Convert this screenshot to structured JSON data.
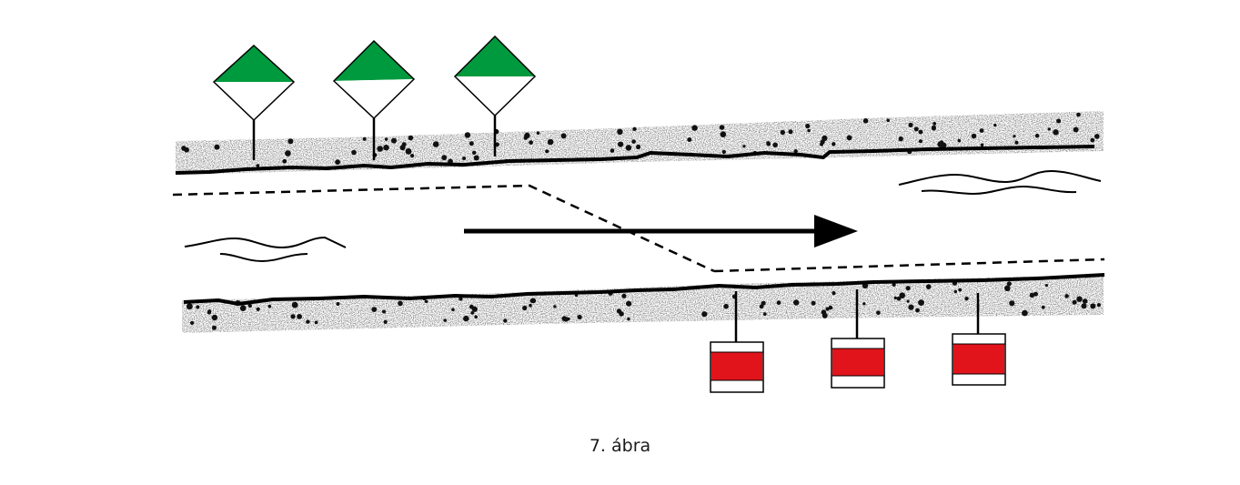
{
  "caption": "7. ábra",
  "colors": {
    "bank_line": "#000000",
    "bank_fill": "#9a9a9a",
    "green_sign": "#009a3e",
    "red_sign": "#e1141b",
    "arrow": "#000000",
    "channel_line": "#000000"
  },
  "elements": {
    "left_bank_signs": {
      "count": 3,
      "shape": "diamond",
      "upper_half": "green",
      "lower_half": "white"
    },
    "right_bank_signs": {
      "count": 3,
      "shape": "rectangle",
      "middle_band": "red",
      "outer_bands": "white"
    },
    "flow_direction": "left-to-right",
    "water_symbols": [
      "wave-symbol-left",
      "wave-symbol-right"
    ]
  }
}
